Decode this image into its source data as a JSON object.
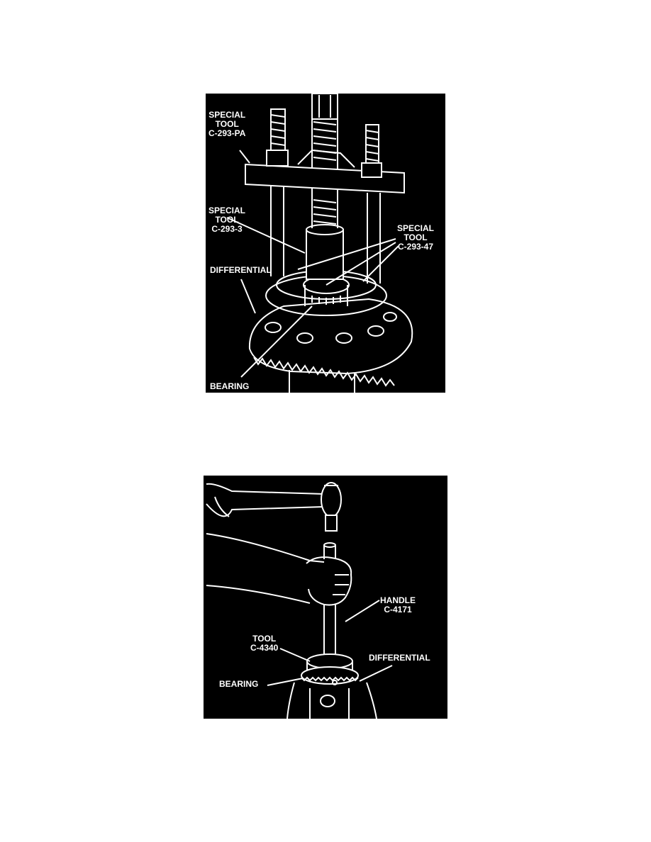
{
  "figure_1": {
    "labels": {
      "special_tool_pa": [
        "SPECIAL",
        "TOOL",
        "C-293-PA"
      ],
      "special_tool_3": [
        "SPECIAL",
        "TOOL",
        "C-293-3"
      ],
      "special_tool_47": [
        "SPECIAL",
        "TOOL",
        "C-293-47"
      ],
      "differential": "DIFFERENTIAL",
      "bearing": "BEARING"
    }
  },
  "figure_2": {
    "labels": {
      "handle": [
        "HANDLE",
        "C-4171"
      ],
      "tool": [
        "TOOL",
        "C-4340"
      ],
      "differential": "DIFFERENTIAL",
      "bearing": "BEARING"
    }
  }
}
